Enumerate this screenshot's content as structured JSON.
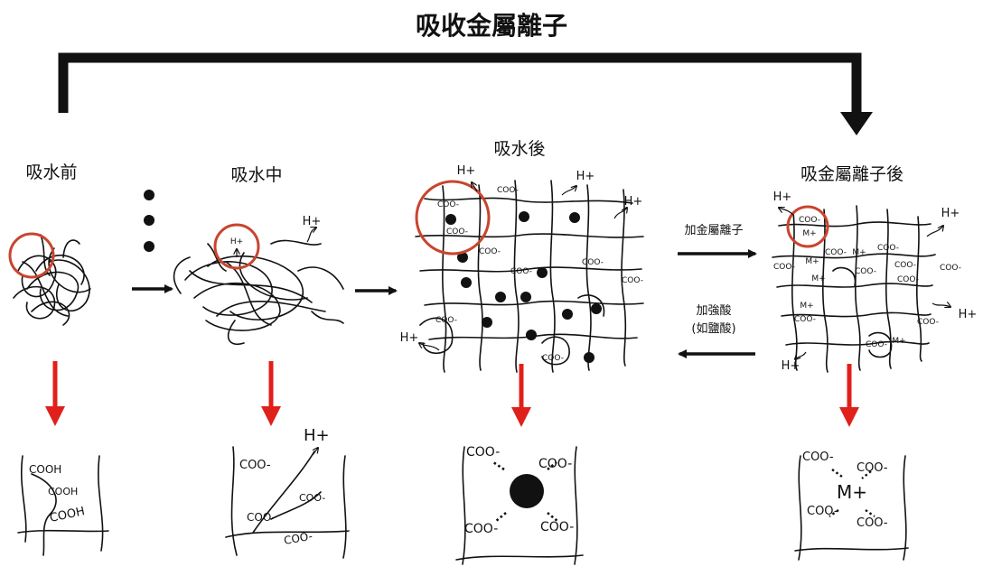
{
  "title": "吸收金屬離子",
  "stages": [
    {
      "id": "before",
      "label": "吸水前",
      "detail": [
        "COOH",
        "COOH",
        "COOH"
      ]
    },
    {
      "id": "during",
      "label": "吸水中",
      "ion": "H+",
      "detail": [
        "COO-",
        "COO-",
        "COO-",
        "COO-",
        "H+"
      ]
    },
    {
      "id": "after",
      "label": "吸水後",
      "ions": [
        "H+",
        "H+",
        "H+",
        "H+"
      ],
      "groups": [
        "COO-",
        "COO-",
        "COO-",
        "COO-",
        "COO-",
        "COO-",
        "COO-",
        "COO-",
        "COO-"
      ],
      "detail": [
        "COO-",
        "COO-",
        "COO-",
        "COO-"
      ]
    },
    {
      "id": "metal",
      "label": "吸金屬離子後",
      "ions": [
        "H+",
        "H+",
        "H+",
        "H+"
      ],
      "groups": [
        "COO-",
        "M+",
        "COO-",
        "M+",
        "COO-",
        "M+",
        "COO-",
        "COO-",
        "COO-",
        "M+",
        "COO-",
        "COO-",
        "COO-",
        "M+"
      ],
      "detail": [
        "COO-",
        "COO-",
        "COO-",
        "COO-",
        "M+"
      ]
    }
  ],
  "reactions": {
    "forward": "加金屬離子",
    "reverse_line1": "加強酸",
    "reverse_line2": "(如鹽酸)"
  },
  "colors": {
    "ring": "#c8452e",
    "down_arrow": "#e0201a",
    "line": "#111111"
  }
}
